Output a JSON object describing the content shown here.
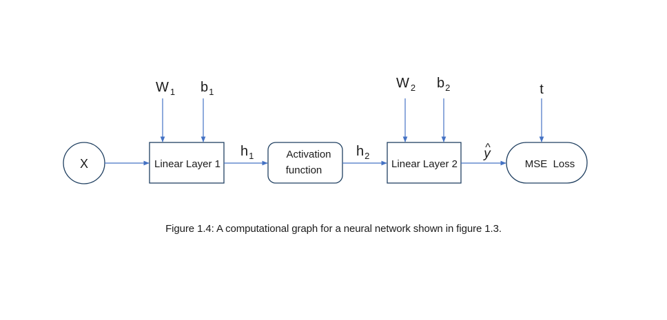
{
  "diagram": {
    "colors": {
      "stroke": "#1f3f60",
      "arrow": "#4472c4",
      "text": "#1a1a1a"
    },
    "nodes": {
      "input": {
        "label": "X"
      },
      "linear1": {
        "label": "Linear Layer 1"
      },
      "activation": {
        "line1": "Activation",
        "line2": "function"
      },
      "linear2": {
        "label": "Linear Layer 2"
      },
      "loss": {
        "label": "MSE  Loss"
      }
    },
    "params": {
      "w1": {
        "base": "W",
        "sub": "1"
      },
      "b1": {
        "base": "b",
        "sub": "1"
      },
      "w2": {
        "base": "W",
        "sub": "2"
      },
      "b2": {
        "base": "b",
        "sub": "2"
      },
      "t": {
        "label": "t"
      }
    },
    "edges": {
      "h1": {
        "base": "h",
        "sub": "1"
      },
      "h2": {
        "base": "h",
        "sub": "2"
      },
      "yhat": {
        "base": "y",
        "accent": "^"
      }
    }
  },
  "caption": "Figure 1.4: A computational graph for a neural network shown in figure 1.3."
}
